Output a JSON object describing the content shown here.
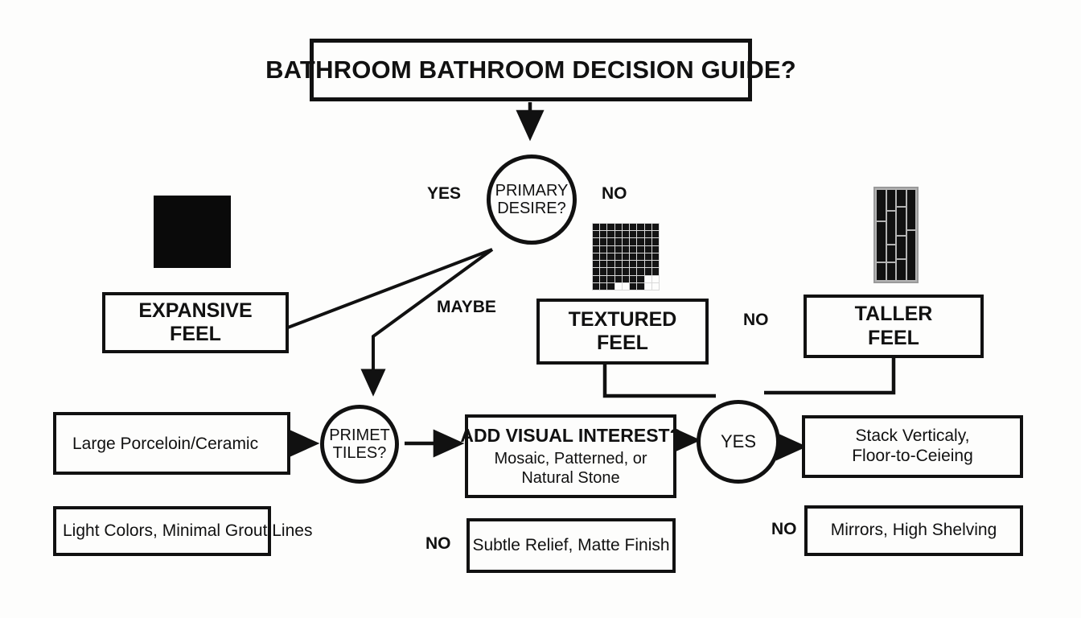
{
  "diagram": {
    "title": "BATHROOM BATHROOM DECISION GUIDE?",
    "background_color": "#fdfdfc",
    "line_color": "#111111",
    "nodes": {
      "header": {
        "label": "BATHROOM BATHROOM DECISION GUIDE?"
      },
      "primary_desire": {
        "label_line1": "PRIMARY",
        "label_line2": "DESIRE?"
      },
      "expansive_feel": {
        "label_line1": "EXPANSIVE",
        "label_line2": "FEEL"
      },
      "textured_feel": {
        "label_line1": "TEXTURED",
        "label_line2": "FEEL"
      },
      "taller_feel": {
        "label_line1": "TALLER",
        "label_line2": "FEEL"
      },
      "large_porcelain": {
        "label": "Large Porceloin/Ceramic"
      },
      "primet_tiles": {
        "label_line1": "PRIMET",
        "label_line2": "TILES?"
      },
      "light_colors": {
        "label": "Light Colors, Minimal Grout Lines"
      },
      "add_visual_interest": {
        "heading": "ADD VISUAL INTEREST?",
        "body_line1": "Mosaic, Patterned, or",
        "body_line2": "Natural Stone"
      },
      "yes_decision": {
        "label": "YES"
      },
      "stack_vertically": {
        "label_line1": "Stack Verticaly,",
        "label_line2": "Floor-to-Ceieing"
      },
      "subtle_relief": {
        "label": "Subtle Relief, Matte Finish"
      },
      "mirrors_shelving": {
        "label": "Mirrors, High Shelving"
      }
    },
    "edge_labels": {
      "yes_left": "YES",
      "no_top_right": "NO",
      "maybe": "MAYBE",
      "no_taller": "NO",
      "no_subtle": "NO",
      "no_mirrors": "NO"
    },
    "icons": {
      "large_format_tile": "solid-square-tile-icon",
      "mosaic_tile": "mosaic-grid-tile-icon",
      "vertical_plank_tile": "vertical-plank-tile-icon"
    }
  }
}
